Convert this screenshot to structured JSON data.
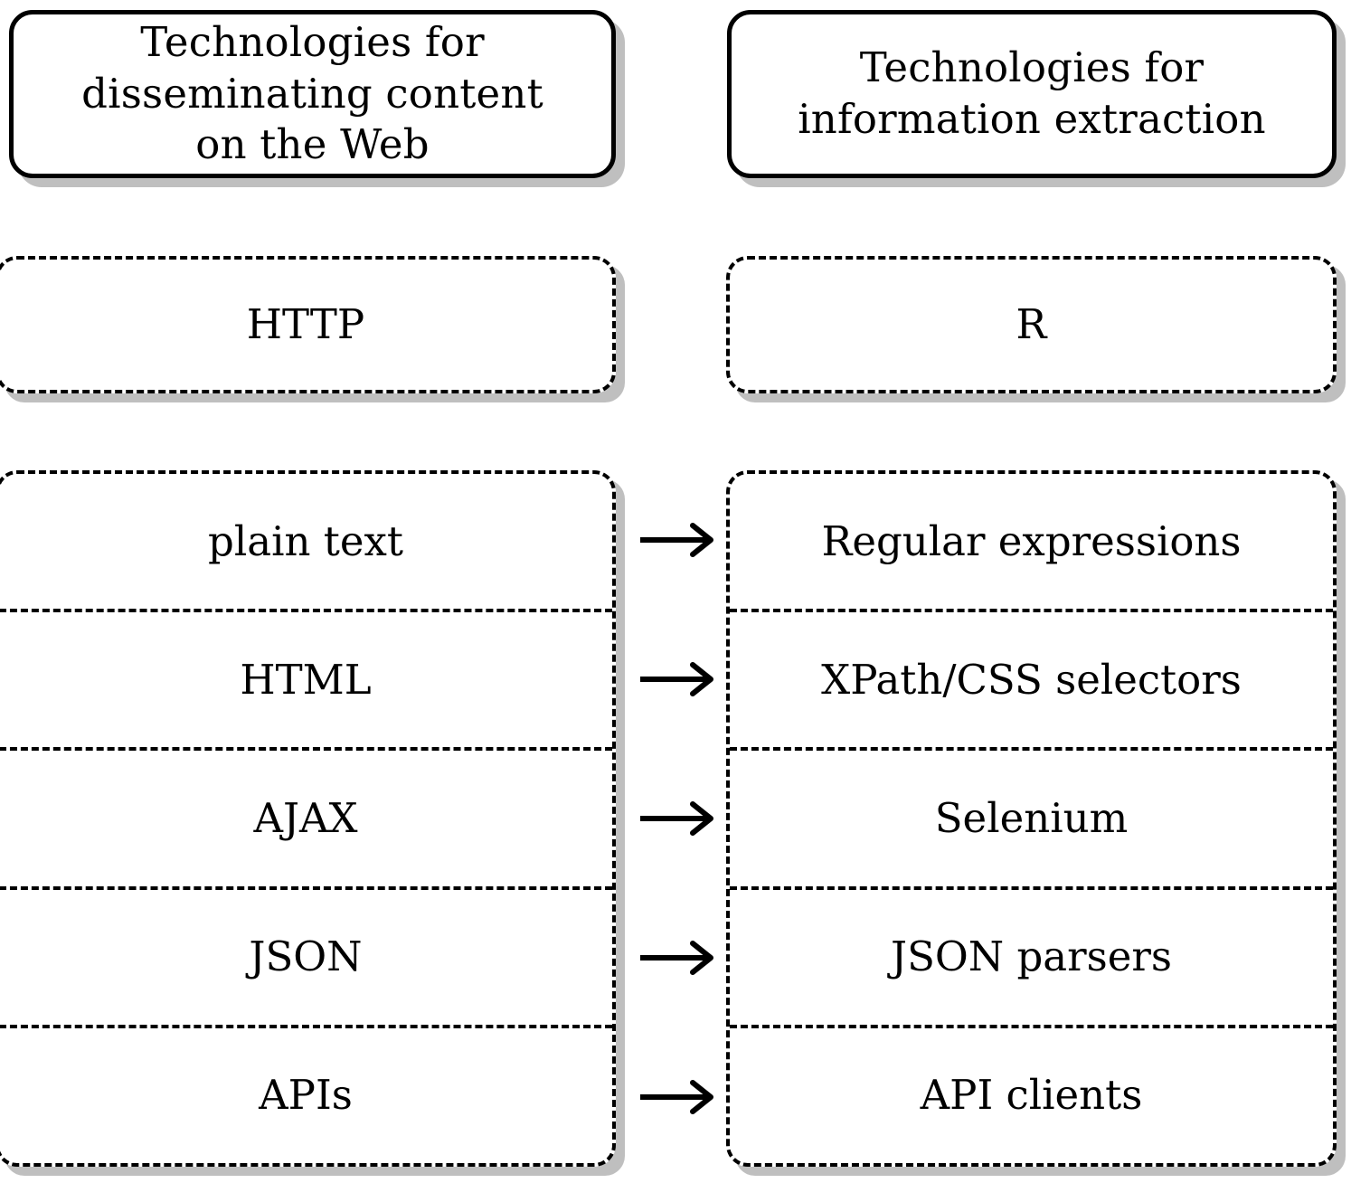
{
  "diagram": {
    "title": "Technologies for disseminating content on the Web vs. Technologies for information extraction",
    "columns": [
      {
        "id": "dissemination",
        "header": "Technologies for\ndisseminating content\non the Web",
        "header_lines": [
          "Technologies for",
          "disseminating content",
          "on the Web"
        ],
        "standalone_box": "HTTP",
        "items": [
          "plain text",
          "HTML",
          "AJAX",
          "JSON",
          "APIs"
        ]
      },
      {
        "id": "extraction",
        "header": "Technologies for\ninformation extraction",
        "header_lines": [
          "Technologies for",
          "information extraction"
        ],
        "standalone_box": "R",
        "items": [
          "Regular expressions",
          "XPath/CSS selectors",
          "Selenium",
          "JSON parsers",
          "API clients"
        ]
      }
    ],
    "mappings": [
      {
        "from": "plain text",
        "to": "Regular expressions",
        "connector": "right-arrow"
      },
      {
        "from": "HTML",
        "to": "XPath/CSS selectors",
        "connector": "right-arrow"
      },
      {
        "from": "AJAX",
        "to": "Selenium",
        "connector": "right-arrow"
      },
      {
        "from": "JSON",
        "to": "JSON parsers",
        "connector": "right-arrow"
      },
      {
        "from": "APIs",
        "to": "API clients",
        "connector": "right-arrow"
      }
    ],
    "style": {
      "background": "#ffffff",
      "stroke": "#000000",
      "shadow": "#bfbfbf",
      "solid_border_style": "solid",
      "grouped_border_style": "dashed"
    }
  }
}
